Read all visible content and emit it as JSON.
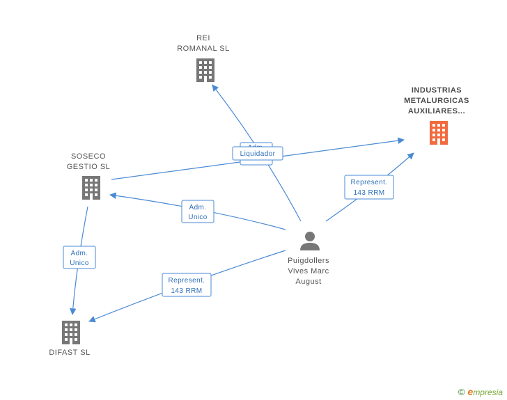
{
  "nodes": {
    "rei": {
      "lines": [
        "REI",
        "ROMANAL SL"
      ]
    },
    "industrias": {
      "lines": [
        "INDUSTRIAS",
        "METALURGICAS",
        "AUXILIARES..."
      ]
    },
    "soseco": {
      "lines": [
        "SOSECO",
        "GESTIO SL"
      ]
    },
    "difast": {
      "lines": [
        "DIFAST SL"
      ]
    },
    "person": {
      "lines": [
        "Puigdollers",
        "Vives Marc",
        "August"
      ]
    }
  },
  "edges": {
    "liquidador": {
      "lines": [
        "Liquidador"
      ]
    },
    "adm_top": {
      "lines": [
        "Adm."
      ]
    },
    "adm_unico_soseco": {
      "lines": [
        "Adm.",
        "Unico"
      ]
    },
    "adm_unico_difast": {
      "lines": [
        "Adm.",
        "Unico"
      ]
    },
    "represent_difast": {
      "lines": [
        "Represent.",
        "143 RRM"
      ]
    },
    "represent_industrias": {
      "lines": [
        "Represent.",
        "143 RRM"
      ]
    }
  },
  "colors": {
    "edge": "#4a8ad4",
    "building": "#777777",
    "building_highlight": "#f26a3d",
    "person": "#777777"
  },
  "footer": {
    "copyright": "©",
    "brand_initial": "e",
    "brand_rest": "mpresia"
  }
}
